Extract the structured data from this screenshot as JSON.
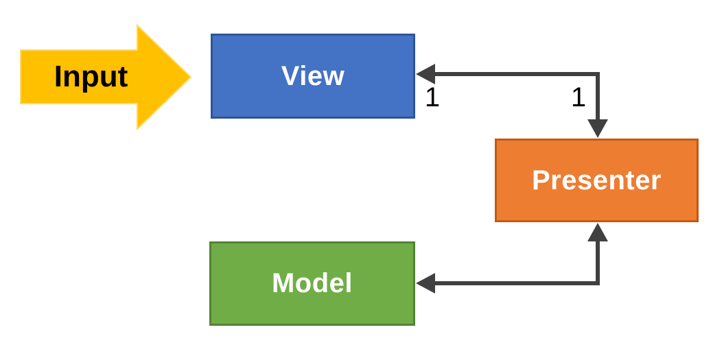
{
  "colors": {
    "background": "#FFFFFF",
    "connector": "#404040",
    "input-fill": "#FFC000",
    "input-stroke": "#FFD966",
    "input-text": "#000000",
    "view-fill": "#4472C4",
    "view-border": "#2F5496",
    "presenter-fill": "#ED7D31",
    "presenter-border": "#C45911",
    "model-fill": "#70AD47",
    "model-border": "#548235",
    "node-text": "#FFFFFF",
    "multiplicity-text": "#000000"
  },
  "nodes": {
    "input": {
      "label": "Input"
    },
    "view": {
      "label": "View"
    },
    "presenter": {
      "label": "Presenter"
    },
    "model": {
      "label": "Model"
    }
  },
  "connectors": {
    "view_presenter": {
      "description": "elbow connector between View and Presenter with arrowheads at both ends",
      "label_at_view": "1",
      "label_at_presenter": "1"
    },
    "presenter_model": {
      "description": "elbow connector between Presenter and Model with arrowheads at both ends"
    }
  }
}
